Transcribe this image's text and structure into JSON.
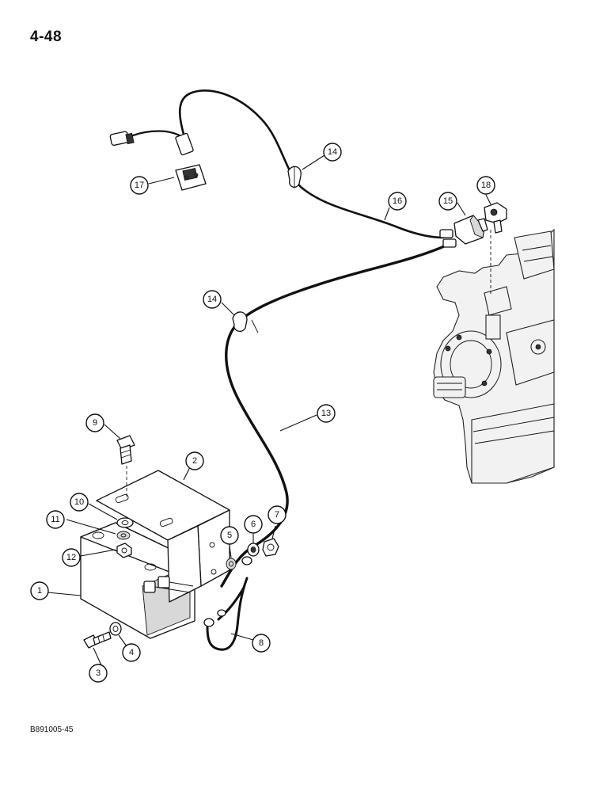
{
  "page": {
    "page_number": "4-48",
    "drawing_code": "B891005-45"
  },
  "callouts": [
    {
      "id": "c1",
      "label": "1"
    },
    {
      "id": "c2",
      "label": "2"
    },
    {
      "id": "c3",
      "label": "3"
    },
    {
      "id": "c4",
      "label": "4"
    },
    {
      "id": "c5",
      "label": "5"
    },
    {
      "id": "c6",
      "label": "6"
    },
    {
      "id": "c7",
      "label": "7"
    },
    {
      "id": "c8",
      "label": "8"
    },
    {
      "id": "c9",
      "label": "9"
    },
    {
      "id": "c10",
      "label": "10"
    },
    {
      "id": "c11",
      "label": "11"
    },
    {
      "id": "c12",
      "label": "12"
    },
    {
      "id": "c13",
      "label": "13"
    },
    {
      "id": "c14a",
      "label": "14"
    },
    {
      "id": "c14b",
      "label": "14"
    },
    {
      "id": "c15",
      "label": "15"
    },
    {
      "id": "c16",
      "label": "16"
    },
    {
      "id": "c17",
      "label": "17"
    },
    {
      "id": "c18",
      "label": "18"
    }
  ]
}
